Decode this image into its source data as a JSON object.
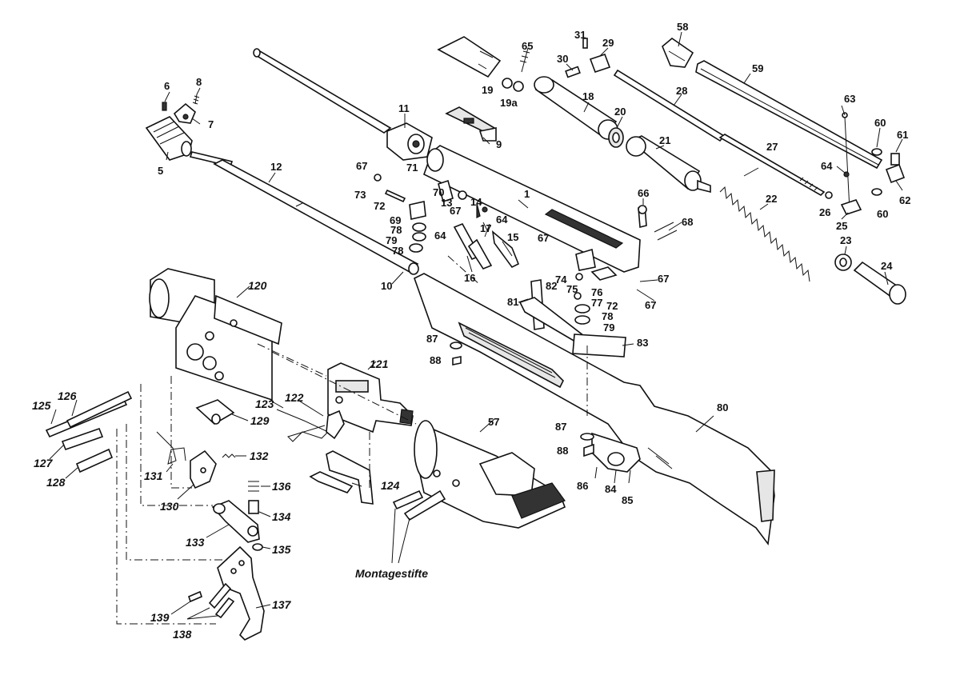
{
  "diagram": {
    "labels": {
      "l1": "1",
      "l5": "5",
      "l6": "6",
      "l7": "7",
      "l8": "8",
      "l9": "9",
      "l10": "10",
      "l11": "11",
      "l12": "12",
      "l13": "13",
      "l14": "14",
      "l15": "15",
      "l16": "16",
      "l17": "17",
      "l18": "18",
      "l19": "19",
      "l19a": "19a",
      "l20": "20",
      "l21": "21",
      "l22": "22",
      "l23": "23",
      "l24": "24",
      "l25": "25",
      "l26": "26",
      "l27": "27",
      "l28": "28",
      "l29": "29",
      "l30": "30",
      "l31": "31",
      "l57": "57",
      "l58": "58",
      "l59": "59",
      "l60a": "60",
      "l60b": "60",
      "l61": "61",
      "l62": "62",
      "l63": "63",
      "l64a": "64",
      "l64b": "64",
      "l64c": "64",
      "l65": "65",
      "l66": "66",
      "l67a": "67",
      "l67b": "67",
      "l67c": "67",
      "l67d": "67",
      "l67e": "67",
      "l68": "68",
      "l69": "69",
      "l70": "70",
      "l71": "71",
      "l72a": "72",
      "l72b": "72",
      "l73": "73",
      "l74": "74",
      "l75": "75",
      "l76": "76",
      "l77": "77",
      "l78a": "78",
      "l78b": "78",
      "l78c": "78",
      "l79a": "79",
      "l79b": "79",
      "l80": "80",
      "l81": "81",
      "l82": "82",
      "l83": "83",
      "l84": "84",
      "l85": "85",
      "l86": "86",
      "l87a": "87",
      "l87b": "87",
      "l88a": "88",
      "l88b": "88",
      "l120": "120",
      "l121": "121",
      "l122": "122",
      "l123": "123",
      "l124": "124",
      "l125": "125",
      "l126": "126",
      "l127": "127",
      "l128": "128",
      "l129": "129",
      "l130": "130",
      "l131": "131",
      "l132": "132",
      "l133": "133",
      "l134": "134",
      "l135": "135",
      "l136": "136",
      "l137": "137",
      "l138": "138",
      "l139": "139",
      "montagestifte": "Montagestifte"
    }
  }
}
